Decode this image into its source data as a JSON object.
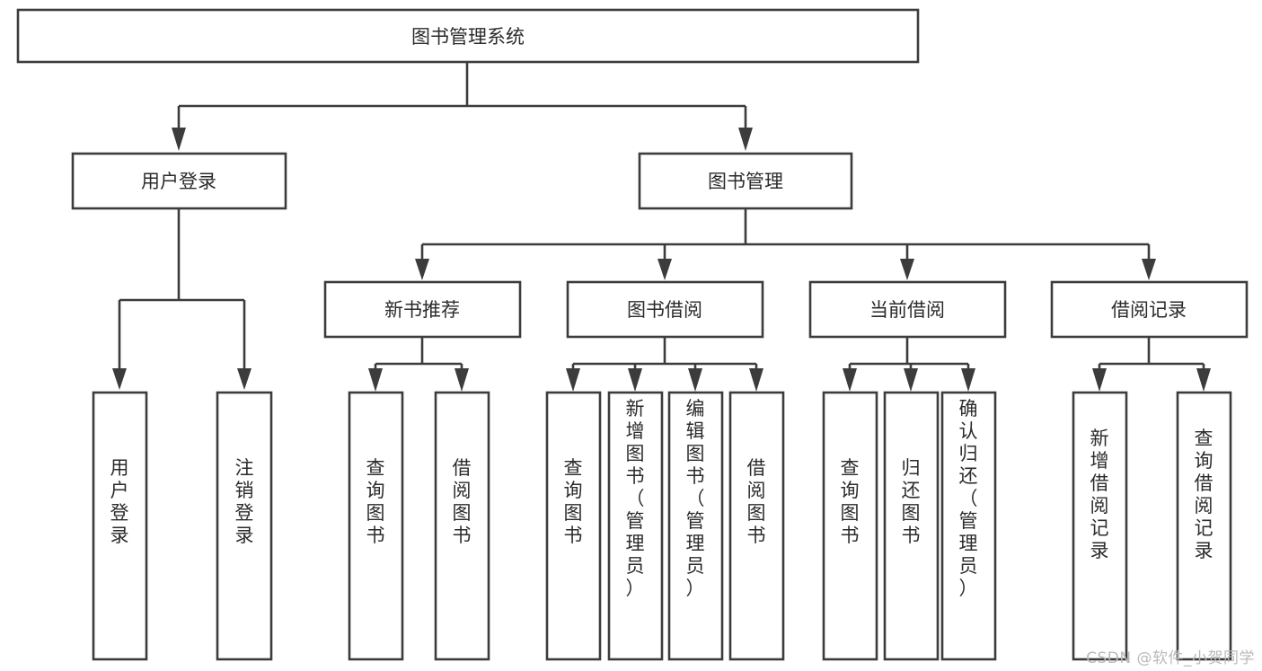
{
  "diagram": {
    "type": "tree",
    "title": "图书管理系统",
    "watermark": "CSDN @软件_小贺同学",
    "colors": {
      "stroke": "#3c3c3c",
      "fill": "#ffffff",
      "text": "#2b2b2b",
      "watermark": "#b9b9b9",
      "background": "#ffffff"
    },
    "levels": {
      "root": "图书管理系统",
      "level1": [
        "用户登录",
        "图书管理"
      ],
      "level2": [
        "新书推荐",
        "图书借阅",
        "当前借阅",
        "借阅记录"
      ]
    },
    "nodes": {
      "root": {
        "label": "图书管理系统",
        "orientation": "horizontal"
      },
      "n_user_login": {
        "label": "用户登录",
        "orientation": "horizontal"
      },
      "n_book_manage": {
        "label": "图书管理",
        "orientation": "horizontal"
      },
      "n_new_book_rec": {
        "label": "新书推荐",
        "orientation": "horizontal"
      },
      "n_book_borrow": {
        "label": "图书借阅",
        "orientation": "horizontal"
      },
      "n_current_borrow": {
        "label": "当前借阅",
        "orientation": "horizontal"
      },
      "n_borrow_record": {
        "label": "借阅记录",
        "orientation": "horizontal"
      },
      "leaf_user_login": {
        "label": "用户登录",
        "orientation": "vertical"
      },
      "leaf_logout": {
        "label": "注销登录",
        "orientation": "vertical"
      },
      "leaf_query_book_1": {
        "label": "查询图书",
        "orientation": "vertical"
      },
      "leaf_borrow_book_1": {
        "label": "借阅图书",
        "orientation": "vertical"
      },
      "leaf_query_book_2": {
        "label": "查询图书",
        "orientation": "vertical"
      },
      "leaf_add_book": {
        "label": "新增图书（管理员）",
        "orientation": "vertical"
      },
      "leaf_edit_book": {
        "label": "编辑图书（管理员）",
        "orientation": "vertical"
      },
      "leaf_borrow_book_2": {
        "label": "借阅图书",
        "orientation": "vertical"
      },
      "leaf_query_book_3": {
        "label": "查询图书",
        "orientation": "vertical"
      },
      "leaf_return_book": {
        "label": "归还图书",
        "orientation": "vertical"
      },
      "leaf_confirm_return": {
        "label": "确认归还（管理员）",
        "orientation": "vertical"
      },
      "leaf_add_record": {
        "label": "新增借阅记录",
        "orientation": "vertical"
      },
      "leaf_query_record": {
        "label": "查询借阅记录",
        "orientation": "vertical"
      }
    },
    "edges": [
      {
        "from": "root",
        "to": "n_user_login"
      },
      {
        "from": "root",
        "to": "n_book_manage"
      },
      {
        "from": "n_user_login",
        "to": "leaf_user_login"
      },
      {
        "from": "n_user_login",
        "to": "leaf_logout"
      },
      {
        "from": "n_book_manage",
        "to": "n_new_book_rec"
      },
      {
        "from": "n_book_manage",
        "to": "n_book_borrow"
      },
      {
        "from": "n_book_manage",
        "to": "n_current_borrow"
      },
      {
        "from": "n_book_manage",
        "to": "n_borrow_record"
      },
      {
        "from": "n_new_book_rec",
        "to": "leaf_query_book_1"
      },
      {
        "from": "n_new_book_rec",
        "to": "leaf_borrow_book_1"
      },
      {
        "from": "n_book_borrow",
        "to": "leaf_query_book_2"
      },
      {
        "from": "n_book_borrow",
        "to": "leaf_add_book"
      },
      {
        "from": "n_book_borrow",
        "to": "leaf_edit_book"
      },
      {
        "from": "n_book_borrow",
        "to": "leaf_borrow_book_2"
      },
      {
        "from": "n_current_borrow",
        "to": "leaf_query_book_3"
      },
      {
        "from": "n_current_borrow",
        "to": "leaf_return_book"
      },
      {
        "from": "n_current_borrow",
        "to": "leaf_confirm_return"
      },
      {
        "from": "n_borrow_record",
        "to": "leaf_add_record"
      },
      {
        "from": "n_borrow_record",
        "to": "leaf_query_record"
      }
    ]
  }
}
